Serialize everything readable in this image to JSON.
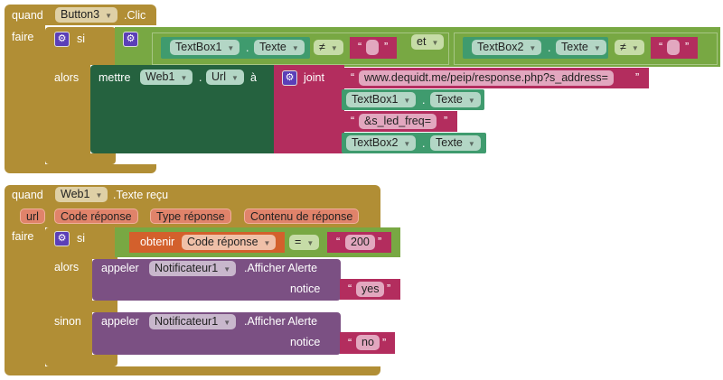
{
  "event1": {
    "quand": "quand",
    "component": "Button3",
    "event": ".Clic",
    "faire": "faire",
    "if": {
      "si": "si",
      "alors": "alors",
      "cond": {
        "left": {
          "component": "TextBox1",
          "prop": "Texte",
          "op": "≠",
          "value": ""
        },
        "logic": "et",
        "right": {
          "component": "TextBox2",
          "prop": "Texte",
          "op": "≠",
          "value": ""
        }
      }
    },
    "set": {
      "mettre": "mettre",
      "component": "Web1",
      "prop": "Url",
      "a": "à",
      "joint": "joint",
      "parts": {
        "url": "www.dequidt.me/peip/response.php?s_address=",
        "tb1": "TextBox1",
        "tb1prop": "Texte",
        "led": "&s_led_freq=",
        "tb2": "TextBox2",
        "tb2prop": "Texte"
      }
    }
  },
  "event2": {
    "quand": "quand",
    "component": "Web1",
    "event": ".Texte reçu",
    "params": [
      "url",
      "Code réponse",
      "Type réponse",
      "Contenu de réponse"
    ],
    "faire": "faire",
    "if": {
      "si": "si",
      "alors": "alors",
      "sinon": "sinon",
      "obtenir": "obtenir",
      "var": "Code réponse",
      "op": "=",
      "value": "200"
    },
    "then": {
      "appeler": "appeler",
      "component": "Notificateur1",
      "method": ".Afficher Alerte",
      "arg": "notice",
      "value": "yes"
    },
    "else": {
      "appeler": "appeler",
      "component": "Notificateur1",
      "method": ".Afficher Alerte",
      "arg": "notice",
      "value": "no"
    }
  },
  "colors": {
    "event": "#b18e35",
    "logic": "#78a843",
    "getter": "#3f9b6e",
    "setter": "#25623f",
    "text": "#b32d5e",
    "call": "#7b5083",
    "var": "#d3602c"
  }
}
